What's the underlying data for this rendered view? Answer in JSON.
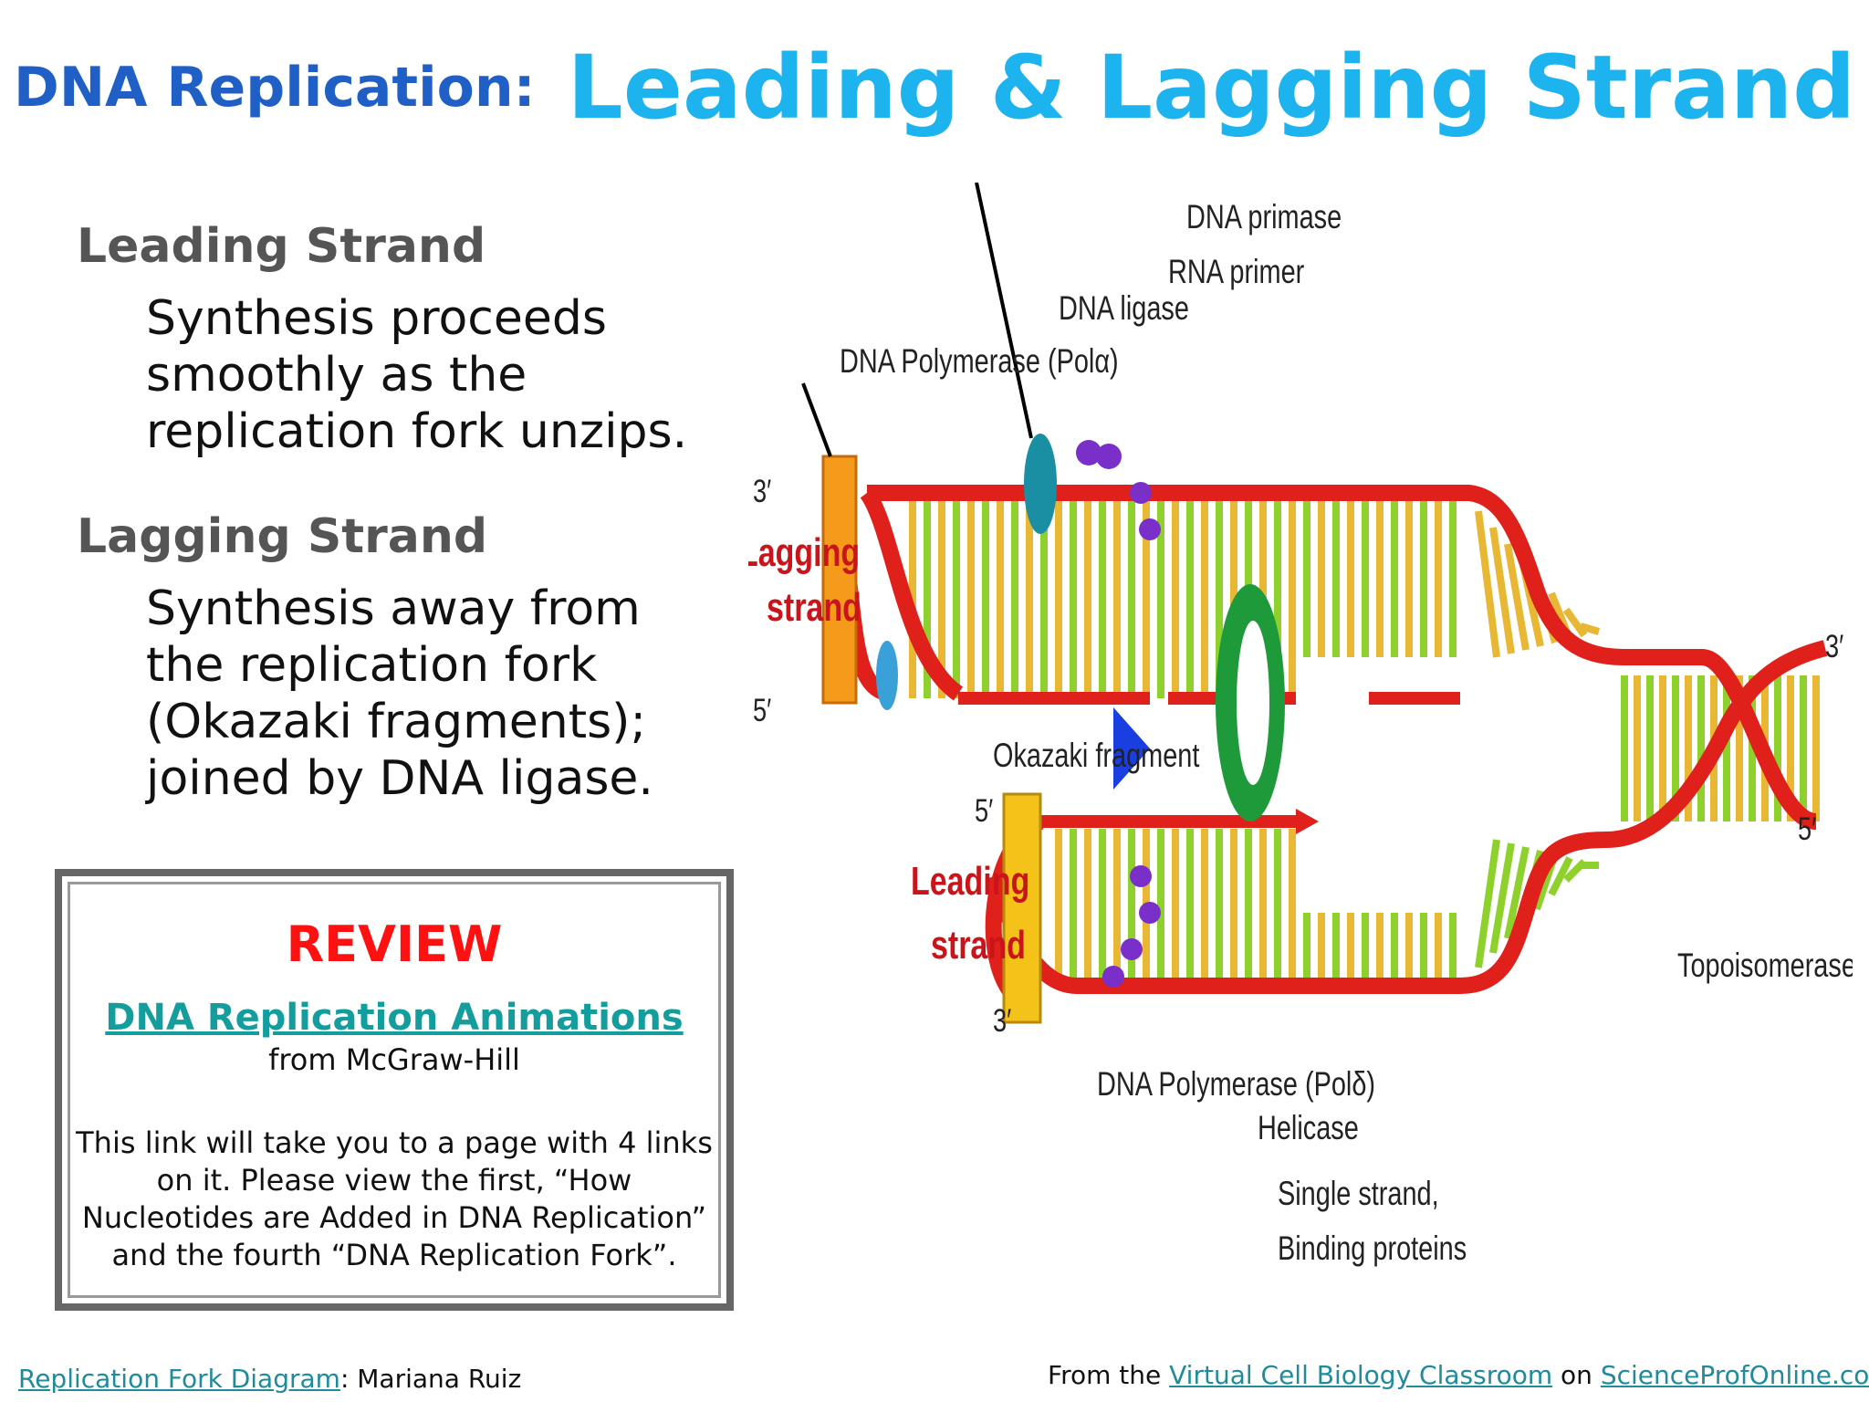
{
  "title": {
    "prefix": "DNA Replication:",
    "main": "Leading & Lagging Strand"
  },
  "leading": {
    "heading": "Leading Strand",
    "text": "Synthesis proceeds smoothly as the replication fork unzips."
  },
  "lagging": {
    "heading": "Lagging Strand",
    "text": "Synthesis away from the replication fork (Okazaki fragments); joined by DNA ligase."
  },
  "review": {
    "title": "REVIEW",
    "link": "DNA Replication Animations",
    "from": "from McGraw-Hill",
    "description": "This link will take you to a page with 4 links on it. Please view the first, “How Nucleotides are Added in DNA Replication” and the fourth “DNA Replication Fork”."
  },
  "diagram": {
    "labels": {
      "dna_primase": "DNA primase",
      "rna_primer": "RNA primer",
      "dna_ligase": "DNA ligase",
      "pol_alpha": "DNA Polymerase (Polα)",
      "lagging_1": "Lagging",
      "lagging_2": "strand",
      "okazaki": "Okazaki fragment",
      "leading_1": "Leading",
      "leading_2": "strand",
      "pol_delta": "DNA Polymerase (Polδ)",
      "helicase": "Helicase",
      "ssb_1": "Single strand,",
      "ssb_2": "Binding proteins",
      "topo": "Topoisomerase",
      "end_3_top": "3′",
      "end_5_top": "5′",
      "end_5_mid": "5′",
      "end_3_low": "3′",
      "end_3_right": "3′",
      "end_5_right": "5′"
    },
    "colors": {
      "backbone": "#e0201a",
      "rung_green": "#8ed12c",
      "rung_yellow": "#e8b834",
      "polymerase": "#f59a1a",
      "helicase": "#1a3fe0",
      "topoisomerase": "#1f9a3a",
      "primase": "#1a8fa3",
      "ssb": "#7a2fc9",
      "label_red": "#c8141a"
    }
  },
  "footer": {
    "credit_link": "Replication Fork Diagram",
    "credit_rest": ": Mariana Ruiz",
    "from_the": "From the",
    "classroom_link": "Virtual Cell Biology Classroom",
    "on": "on",
    "site_link": "ScienceProfOnline.com"
  }
}
